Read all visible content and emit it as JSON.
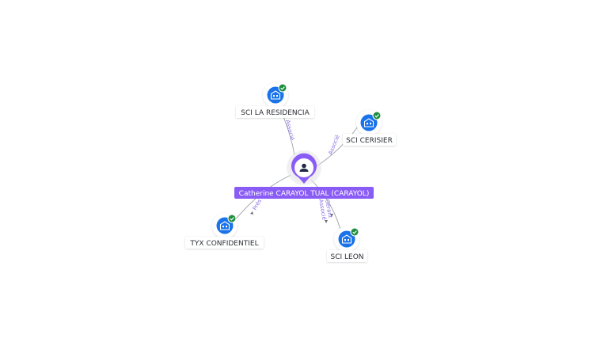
{
  "center": {
    "name": "Catherine CARAYOL TUAL (CARAYOL)",
    "icon": "person-icon",
    "color": "#8a5cf6"
  },
  "companies": [
    {
      "id": "residencia",
      "name": "SCI LA RESIDENCIA",
      "role": "Associé",
      "icon": "building-icon",
      "verified": true
    },
    {
      "id": "cerisier",
      "name": "SCI CERISIER",
      "role": "Associé",
      "icon": "building-icon",
      "verified": true
    },
    {
      "id": "tyx",
      "name": "TYX CONFIDENTIEL",
      "role": "Prés",
      "icon": "building-icon",
      "verified": true
    },
    {
      "id": "leon",
      "name": "SCI LEON",
      "role_lines": [
        "Gérant",
        "Associé"
      ],
      "icon": "building-icon",
      "verified": true
    }
  ],
  "colors": {
    "company_icon": "#1a73e8",
    "verified_badge": "#1e8e3e",
    "edge": "#9aa0a6",
    "edge_label": "#8b6fe0"
  }
}
